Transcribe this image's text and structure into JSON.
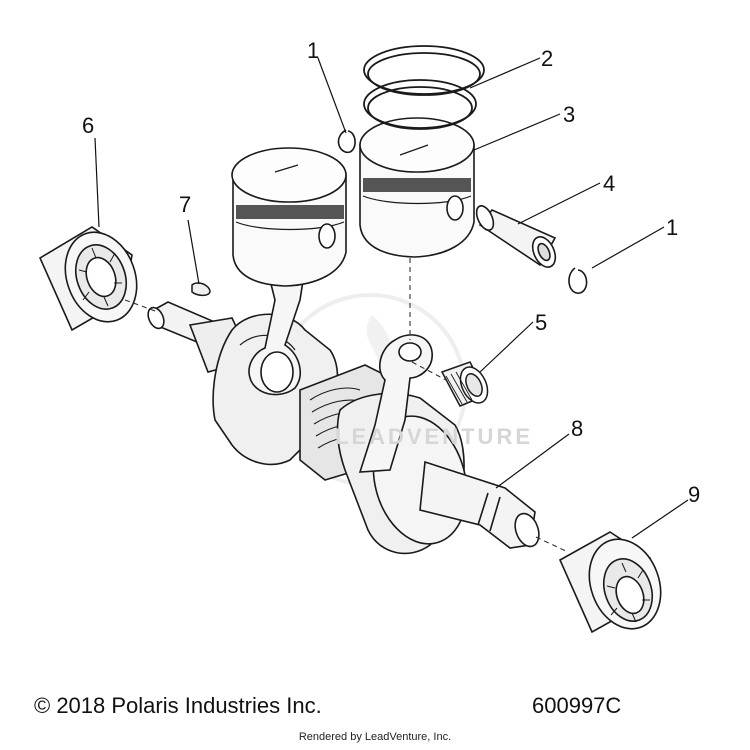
{
  "diagram": {
    "callouts": [
      "1",
      "2",
      "3",
      "4",
      "1",
      "5",
      "6",
      "7",
      "8",
      "9"
    ],
    "watermark": "LEADVENTURE"
  },
  "footer": {
    "copyright": "© 2018 Polaris Industries Inc.",
    "part_code": "600997C",
    "rendered_by": "Rendered by LeadVenture, Inc."
  }
}
